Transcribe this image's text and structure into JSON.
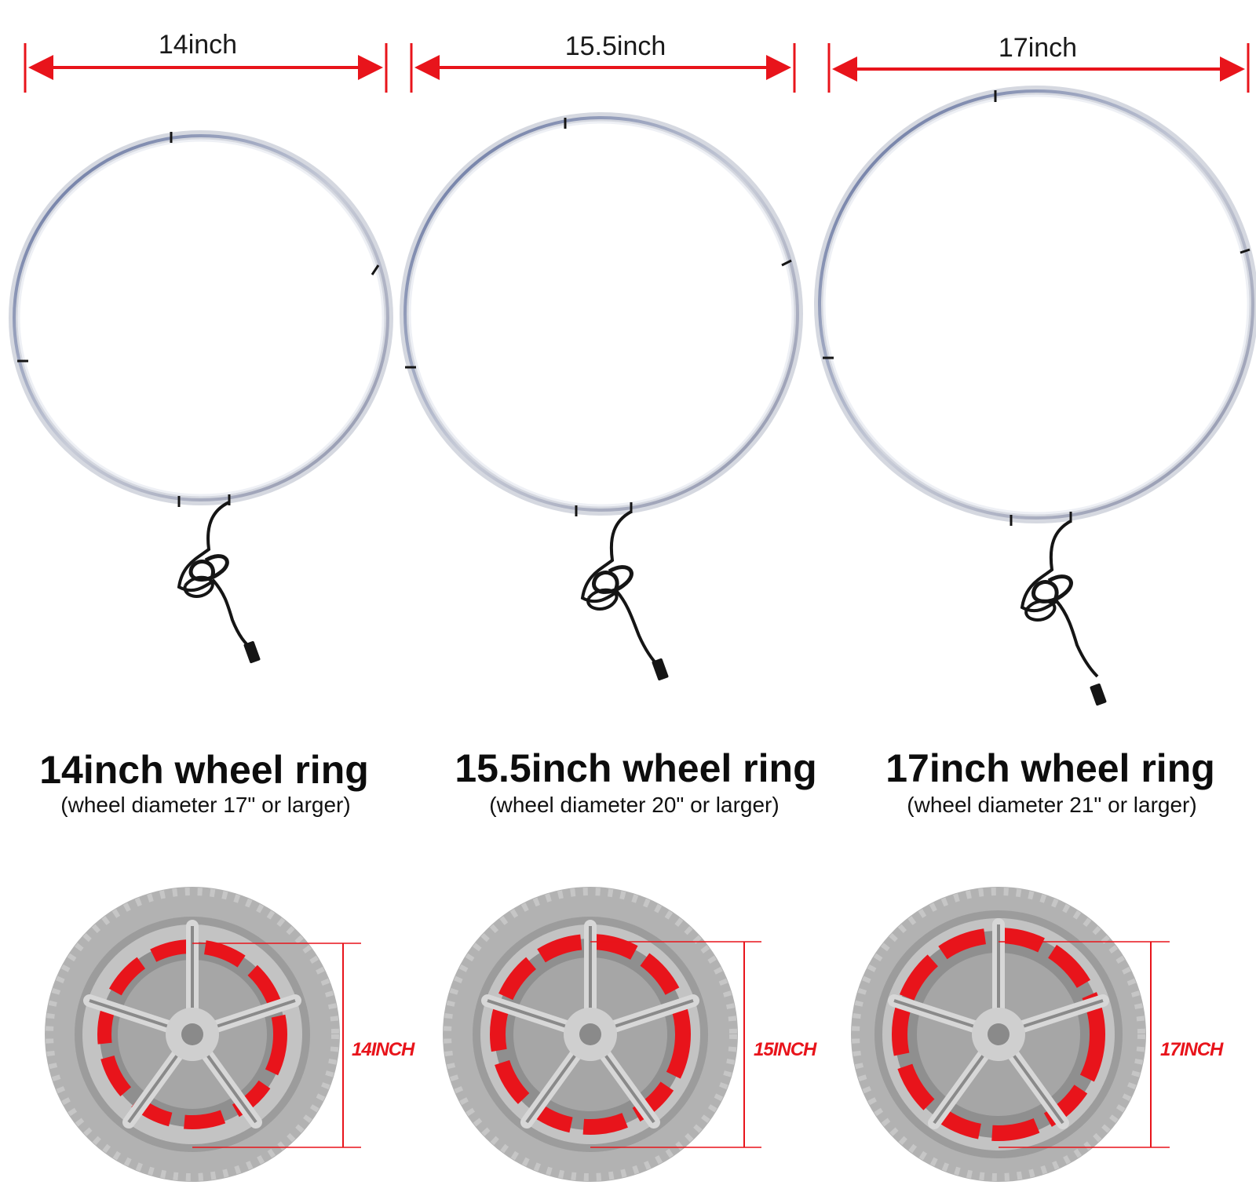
{
  "colors": {
    "accent_red": "#e8141b",
    "ring_metal": "#9aa2b6",
    "ring_highlight": "#e9edf5",
    "tire_gray": "#a9a9a9",
    "cable_black": "#151515"
  },
  "products": [
    {
      "size_label": "14inch",
      "title": "14inch wheel ring",
      "subtitle": "(wheel diameter 17\" or larger)",
      "wheel_label": "14INCH"
    },
    {
      "size_label": "15.5inch",
      "title": "15.5inch wheel ring",
      "subtitle": "(wheel diameter 20\" or larger)",
      "wheel_label": "15INCH"
    },
    {
      "size_label": "17inch",
      "title": "17inch wheel ring",
      "subtitle": "(wheel diameter 21\" or larger)",
      "wheel_label": "17INCH"
    }
  ],
  "icons": [
    "dimension-arrow-icon",
    "led-ring-icon",
    "cable-connector-icon",
    "wheel-icon"
  ]
}
